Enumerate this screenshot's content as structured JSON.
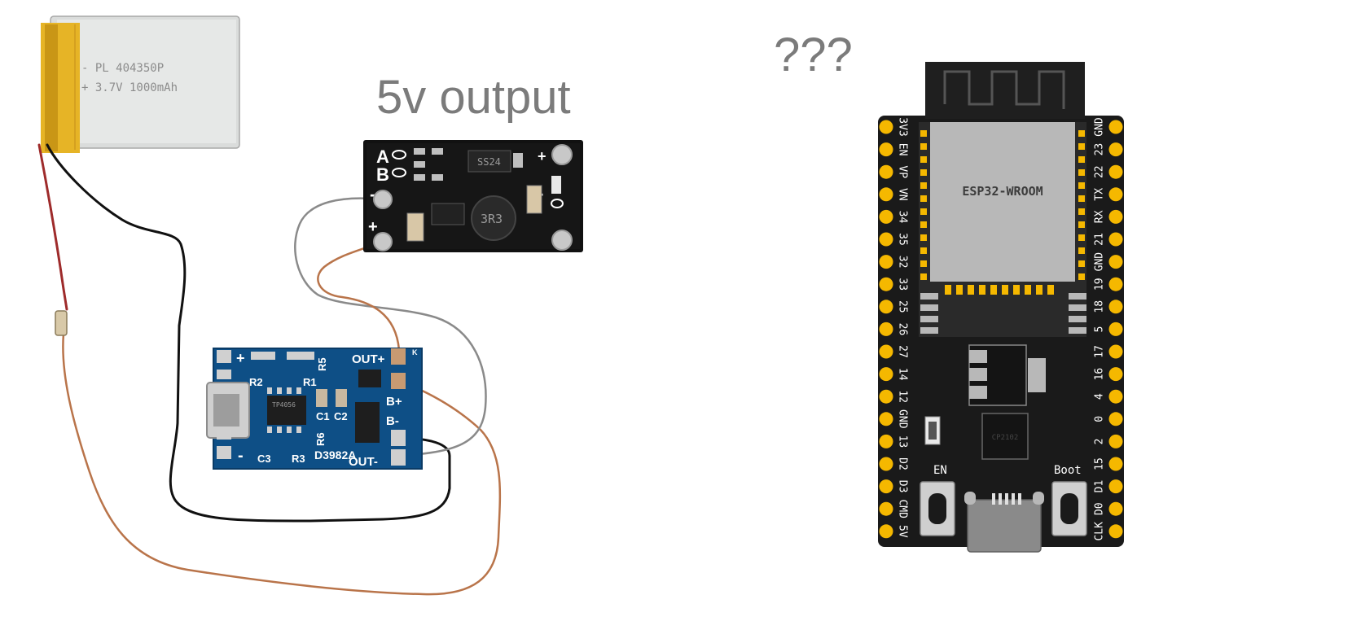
{
  "annotations": {
    "booster_note": "5v output",
    "unknown_note": "???"
  },
  "battery": {
    "label_line1": "- PL 404350P",
    "label_line2": "+ 3.7V 1000mAh"
  },
  "booster": {
    "terminal_a": "A",
    "terminal_b": "B",
    "minus": "-",
    "plus": "+",
    "diode": "SS24",
    "inductor": "3R3"
  },
  "charger": {
    "out_plus": "OUT+",
    "out_minus": "OUT-",
    "b_plus": "B+",
    "b_minus": "B-",
    "plus": "+",
    "minus": "-",
    "r1": "R1",
    "r2": "R2",
    "r3": "R3",
    "r5": "R5",
    "r6": "R6",
    "c1": "C1",
    "c2": "C2",
    "c3": "C3",
    "ic": "TP4056",
    "code": "D3982A",
    "k": "K"
  },
  "esp32": {
    "module_label": "ESP32-WROOM",
    "en_label": "EN",
    "boot_label": "Boot",
    "usb_chip": "CP2102",
    "left_pins": [
      "3V3",
      "EN",
      "VP",
      "VN",
      "34",
      "35",
      "32",
      "33",
      "25",
      "26",
      "27",
      "14",
      "12",
      "GND",
      "13",
      "D2",
      "D3",
      "CMD",
      "5V"
    ],
    "right_pins": [
      "GND",
      "23",
      "22",
      "TX",
      "RX",
      "21",
      "GND",
      "19",
      "18",
      "5",
      "17",
      "16",
      "4",
      "0",
      "2",
      "15",
      "D1",
      "D0",
      "CLK"
    ]
  },
  "colors": {
    "wire_brown": "#b9744a",
    "wire_black": "#111111",
    "wire_gray": "#8a8a8a",
    "pcb_blue": "#0e4f86",
    "pin_gold": "#f5b800",
    "module_gray": "#b8b8b8"
  }
}
